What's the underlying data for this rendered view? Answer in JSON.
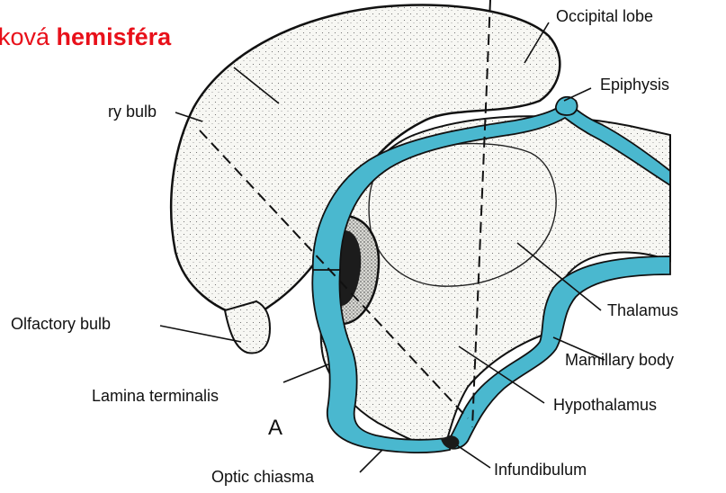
{
  "title": {
    "prefix": "ková ",
    "bold": "hemisféra",
    "color": "#e8101a"
  },
  "panel_letter": "A",
  "labels": {
    "occipital_lobe": "Occipital lobe",
    "epiphysis": "Epiphysis",
    "ry_bulb": "ry bulb",
    "thalamus": "Thalamus",
    "olfactory_bulb": "Olfactory bulb",
    "mamillary_body": "Mamillary body",
    "lamina_terminalis": "Lamina terminalis",
    "hypothalamus": "Hypothalamus",
    "infundibulum": "Infundibulum",
    "optic_chiasma": "Optic chiasma"
  },
  "colors": {
    "ventricle": "#4ab8cf",
    "outline": "#111111",
    "tissue": "#f6f6f2"
  }
}
